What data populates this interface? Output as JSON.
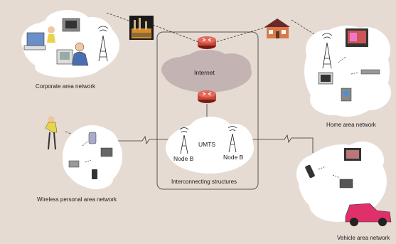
{
  "labels": {
    "corporate": "Corporate area network",
    "home": "Home area network",
    "wpan": "Wireless personal area network",
    "vehicle": "Vehicle area network",
    "internet": "Internet",
    "umts": "UMTS",
    "node_b_left": "Node B",
    "node_b_right": "Node B",
    "interconnecting": "Interconnecting structures"
  },
  "colors": {
    "background": "#e6dbd3",
    "cloud": "#ffffff",
    "internet_cloud": "#c4b3b3",
    "router": "#c8473a",
    "car": "#e0306a"
  },
  "icons": [
    "router-icon",
    "factory-icon",
    "house-icon",
    "antenna-icon",
    "computer-icon",
    "person-icon",
    "tv-icon",
    "pda-icon",
    "camera-icon",
    "phone-icon",
    "car-icon"
  ]
}
